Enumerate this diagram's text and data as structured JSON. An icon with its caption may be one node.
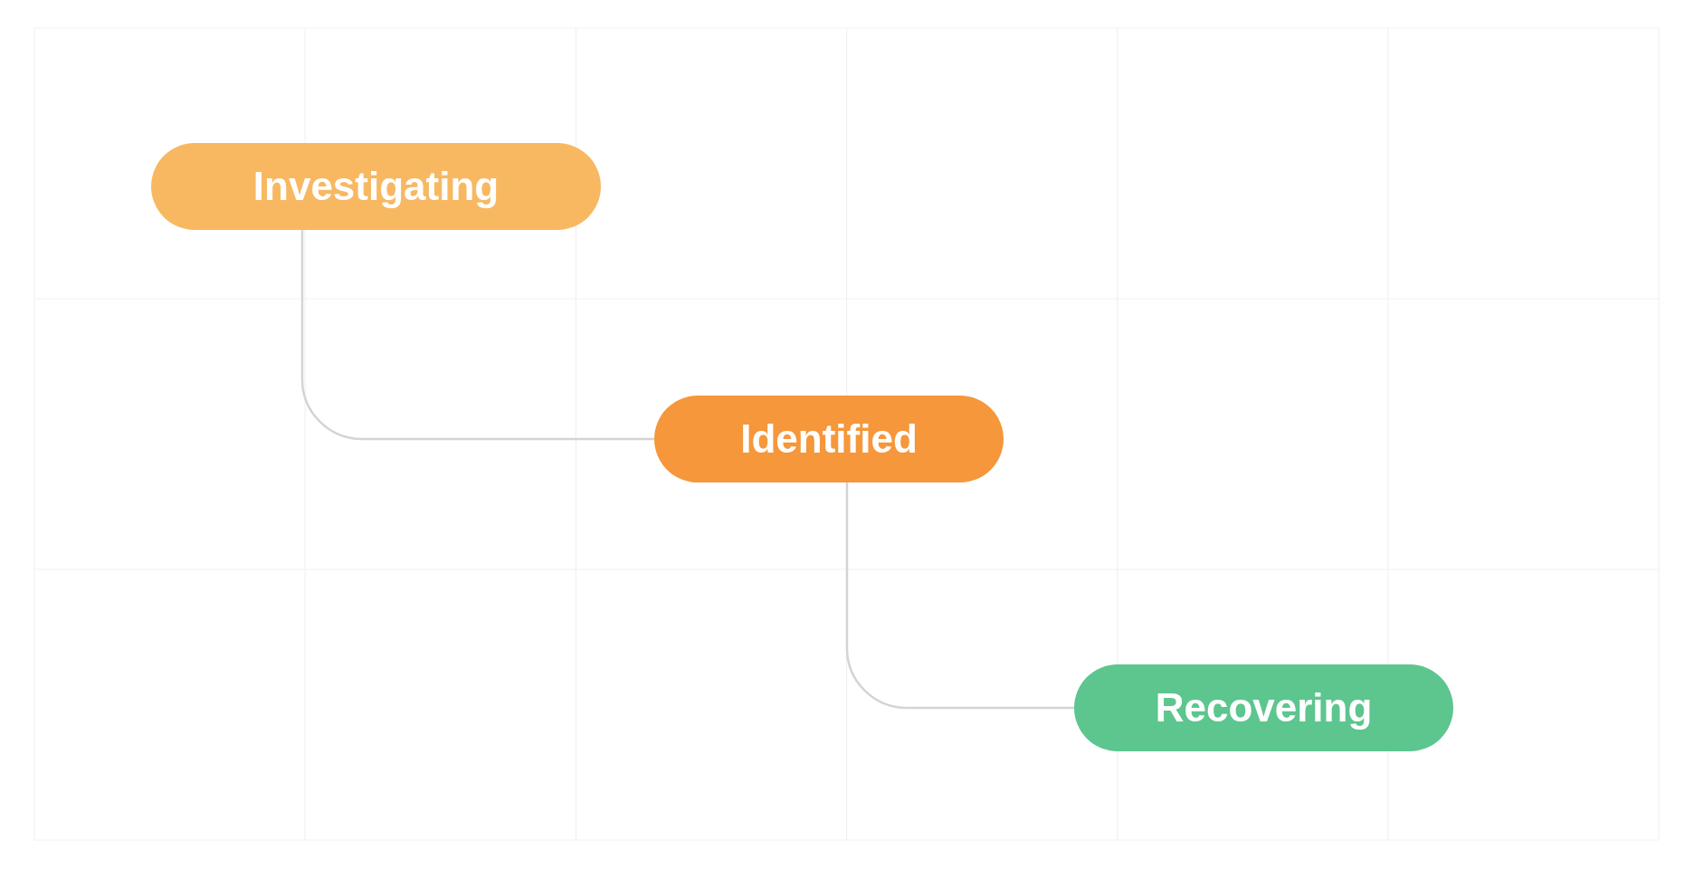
{
  "diagram": {
    "nodes": [
      {
        "text": [
          "Investigating"
        ]
      },
      {
        "text": [
          "Identified"
        ]
      },
      {
        "text": [
          "Recovering"
        ]
      }
    ],
    "edges": [
      {
        "from": 0,
        "to": 1,
        "arrow": "none"
      },
      {
        "from": 1,
        "to": 2,
        "arrow": "none"
      }
    ]
  }
}
